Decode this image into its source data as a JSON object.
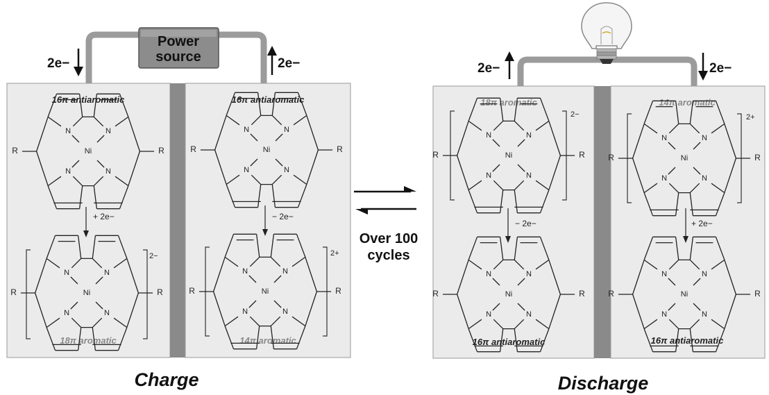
{
  "charge": {
    "title": "Charge",
    "power_source": [
      "Power",
      "source"
    ],
    "electrons_in": "2e−",
    "electrons_out": "2e−",
    "left_cell": {
      "top_label": "16π antiaromatic",
      "step": "+ 2e−",
      "bottom_label": "18π aromatic",
      "bottom_charge": "2−"
    },
    "right_cell": {
      "top_label": "16π antiaromatic",
      "step": "− 2e−",
      "bottom_label": "14π aromatic",
      "bottom_charge": "2+"
    }
  },
  "discharge": {
    "title": "Discharge",
    "electrons_out": "2e−",
    "electrons_in": "2e−",
    "left_cell": {
      "top_label": "18π aromatic",
      "top_charge": "2−",
      "step": "− 2e−",
      "bottom_label": "16π antiaromatic"
    },
    "right_cell": {
      "top_label": "14π aromatic",
      "top_charge": "2+",
      "step": "+ 2e−",
      "bottom_label": "16π antiaromatic"
    }
  },
  "cycles_label": [
    "Over 100",
    "cycles"
  ],
  "atom_labels": {
    "metal": "Ni",
    "nitrogen": "N",
    "substituent": "R"
  },
  "colors": {
    "panel": "#ebebeb",
    "panel_border": "#9a9a9a",
    "separator": "#8a8a8a",
    "wire": "#9b9b9b",
    "power_box": "#8c8c8c",
    "aromatic_text": "#8a8a8a",
    "ink": "#222222"
  }
}
